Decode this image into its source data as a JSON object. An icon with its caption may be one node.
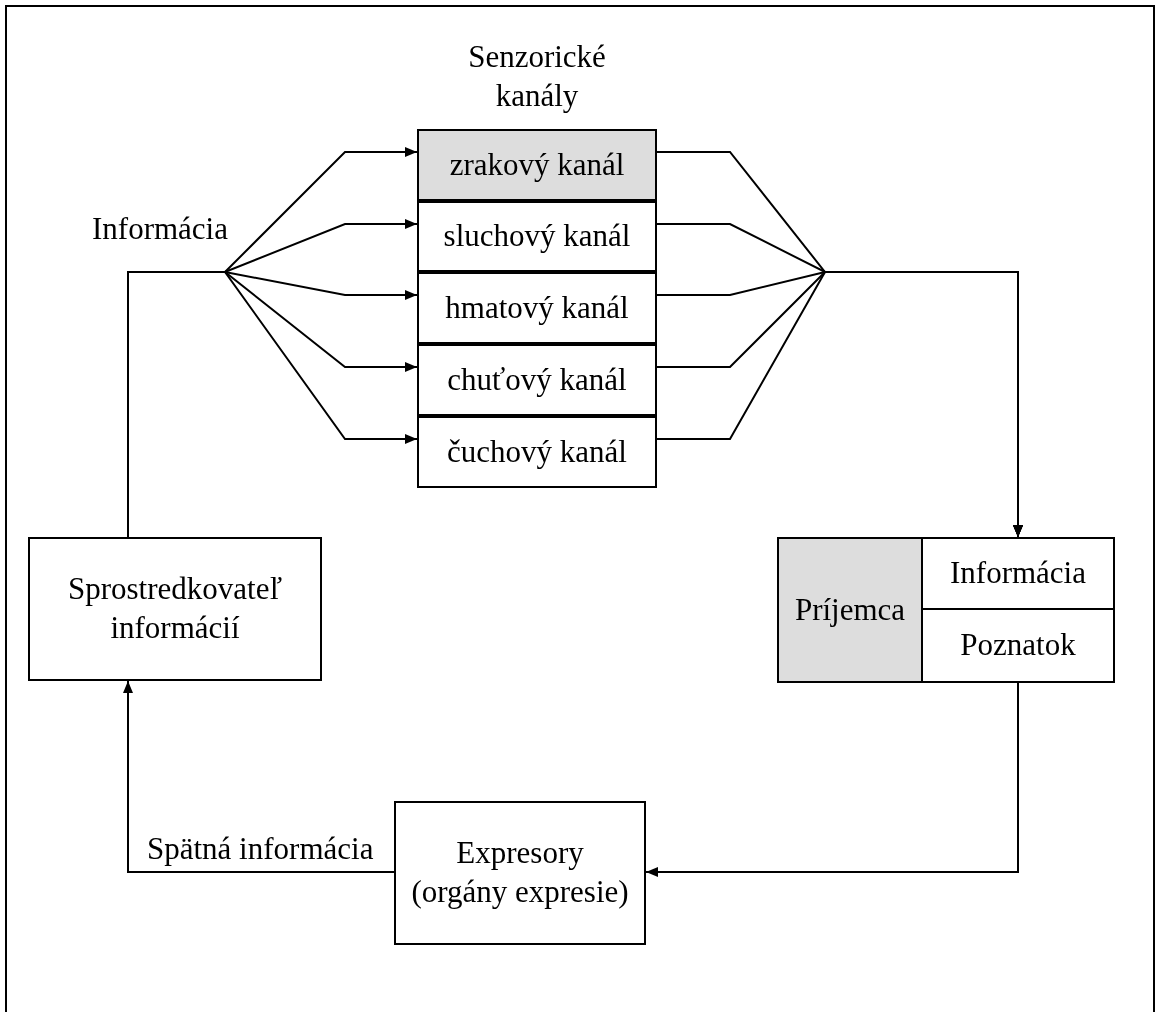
{
  "diagram": {
    "nodes": [
      {
        "text": [
          "zrakový kanál"
        ]
      },
      {
        "text": [
          "sluchový kanál"
        ]
      },
      {
        "text": [
          "hmatový kanál"
        ]
      },
      {
        "text": [
          "chuťový kanál"
        ]
      },
      {
        "text": [
          "čuchový kanál"
        ]
      },
      {
        "text": [],
        "shape": "box"
      },
      {
        "text": [
          "Príjemca"
        ],
        "in": 5
      },
      {
        "text": [
          "Informácia"
        ],
        "in": 5
      },
      {
        "text": [
          "Poznatok"
        ],
        "in": 5
      },
      {
        "text": [
          "Expresory (orgány expresie)"
        ]
      },
      {
        "text": [
          "Sprostredkovateľ informácií"
        ]
      }
    ],
    "edges": [
      {
        "from": 10,
        "to": 0,
        "arrow": "to"
      },
      {
        "from": 10,
        "to": 1,
        "arrow": "to"
      },
      {
        "from": 10,
        "to": 2,
        "arrow": "to"
      },
      {
        "from": 10,
        "to": 3,
        "arrow": "to"
      },
      {
        "from": 10,
        "to": 4,
        "arrow": "to"
      },
      {
        "from": 0,
        "to": 5,
        "arrow": "to"
      },
      {
        "from": 1,
        "to": 5,
        "arrow": "to"
      },
      {
        "from": 2,
        "to": 5,
        "arrow": "to"
      },
      {
        "from": 3,
        "to": 5,
        "arrow": "to"
      },
      {
        "from": 4,
        "to": 5,
        "arrow": "to"
      },
      {
        "from": 5,
        "to": 9,
        "arrow": "to"
      },
      {
        "from": 9,
        "to": 10,
        "arrow": "to",
        "label": "Spätná informácia"
      }
    ],
    "labels": [
      "Senzorické kanály",
      "Informácia"
    ]
  }
}
